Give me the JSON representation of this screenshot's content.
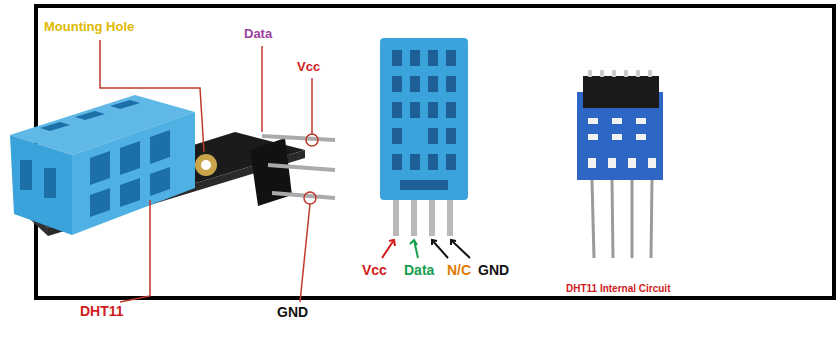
{
  "diagram": {
    "labels": [
      "Mounting Hole",
      "Data",
      "Vcc",
      "DHT11",
      "GND",
      "Vcc",
      "Data",
      "N/C",
      "GND",
      "DHT11 Internal Circuit"
    ]
  }
}
